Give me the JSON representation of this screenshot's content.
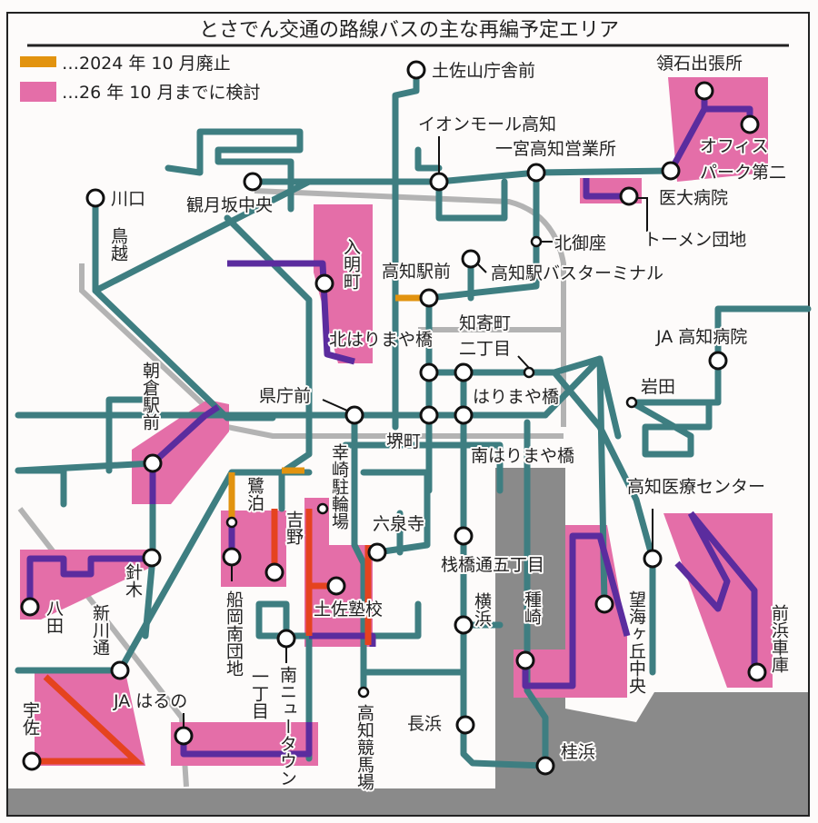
{
  "title": "とさでん交通の路線バスの主な再編予定エリア",
  "legend": [
    {
      "label": "…2024 年 10 月廃止",
      "color": "#e2930f"
    },
    {
      "label": "…26 年 10 月までに検討",
      "color": "#e46ea8"
    }
  ],
  "colors": {
    "route": "#3e7e81",
    "revised_route": "#5b2c9e",
    "abolished": "#e2930f",
    "red_route": "#e5431f",
    "road": "#b3b3b3",
    "sea": "#8a8a8a"
  },
  "stops": {
    "tosayama": "土佐山庁舎前",
    "aeon": "イオンモール高知",
    "ichinomiya": "一宮高知営業所",
    "ryoseki": "領石出張所",
    "office1": "オフィス",
    "office2": "パーク第二",
    "idai": "医大病院",
    "tomen": "トーメン団地",
    "kawaguchi": "川口",
    "torigoe": "鳥越",
    "kangetsu": "観月坂中央",
    "iriake": "入明町",
    "kitamikura": "北御座",
    "kochi_eki": "高知駅前",
    "bus_terminal": "高知駅バスターミナル",
    "kita_harimaya": "北はりまや橋",
    "chiyoricho1": "知寄町",
    "chiyoricho2": "二丁目",
    "ja_hospital": "JA 高知病院",
    "iwata": "岩田",
    "asakura": "朝倉駅前",
    "kencho": "県庁前",
    "harimaya": "はりまや橋",
    "sakaimachi": "堺町",
    "minami_harimaya": "南はりまや橋",
    "iryo_center": "高知医療センター",
    "kozaki": "幸崎駐輪場",
    "sagidomari": "鷺泊",
    "rokusenji": "六泉寺",
    "yoshino": "吉野",
    "sambashi": "栈橋通五丁目",
    "hariki": "針木",
    "hata": "八田",
    "tosajuku": "土佐塾校",
    "tanezaki": "種崎",
    "mimigaoka": "望海ヶ丘中央",
    "yokohama": "横浜",
    "shinkawa": "新川通",
    "funaoka": "船岡南団地",
    "newtown": "南ニュータウン",
    "newtown2": "一丁目",
    "maehama": "前浜車庫",
    "haruno": "JA はるの",
    "keibajo": "高知競馬場",
    "usa": "宇佐",
    "nagahama": "長浜",
    "katsurahama": "桂浜"
  }
}
